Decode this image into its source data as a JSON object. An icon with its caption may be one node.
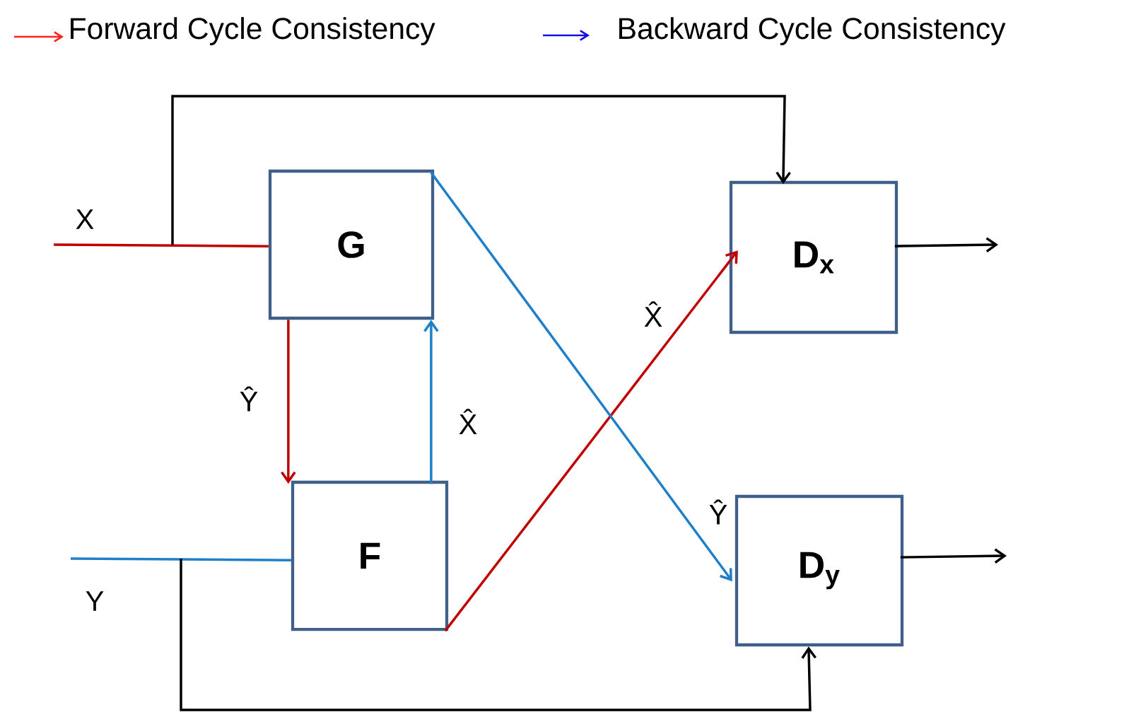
{
  "diagram": {
    "nodes": [
      {
        "text": [
          "G"
        ]
      },
      {
        "text": [
          "F"
        ]
      },
      {
        "text": [
          "D$_{x}$"
        ]
      },
      {
        "text": [
          "D$_{y}$"
        ]
      }
    ],
    "edges": [
      {
        "from": null,
        "to": 0,
        "arrow": "none",
        "color": "#c00000"
      },
      {
        "from": null,
        "to": 2,
        "arrow": "to"
      },
      {
        "from": 0,
        "to": 1,
        "arrow": "to",
        "label": "Ŷ",
        "color": "#c00000"
      },
      {
        "from": 1,
        "to": 0,
        "arrow": "to",
        "label": "X̂",
        "color": "#1f7fc9"
      },
      {
        "from": 1,
        "to": 2,
        "arrow": "to",
        "label": "X̂",
        "color": "#c00000"
      },
      {
        "from": 0,
        "to": 3,
        "arrow": "to",
        "label": "Ŷ",
        "color": "#1f7fc9"
      },
      {
        "from": null,
        "to": 1,
        "arrow": "none",
        "color": "#1f7fc9"
      },
      {
        "from": null,
        "to": 3,
        "arrow": "to"
      },
      {
        "from": 2,
        "to": null,
        "arrow": "to"
      },
      {
        "from": 3,
        "to": null,
        "arrow": "to"
      }
    ],
    "labels": [
      "X",
      "Y"
    ],
    "legend": [
      {
        "text": "Forward Cycle Consistency"
      },
      {
        "text": "Backward Cycle Consistency"
      }
    ]
  }
}
